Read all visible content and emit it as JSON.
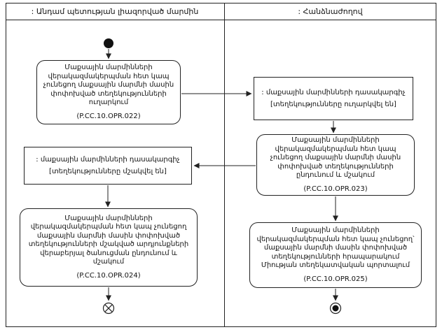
{
  "diagram": {
    "lanes": {
      "left": {
        "title": ": Անդամ պետության լիազորված մարմին"
      },
      "right": {
        "title": ": Հանձնաժողով"
      }
    },
    "activities": {
      "opr022": {
        "text": "Մաքսային մարմինների վերակազմակերպման հետ կապ չունեցող մաքսային մարմնի մասին փոփոխված տեղեկությունների ուղարկում",
        "code": "(P.CC.10.OPR.022)"
      },
      "opr023": {
        "text": "Մաքսային մարմինների վերակազմակերպման հետ կապ չունեցող մաքսային մարմնի մասին փոփոխված տեղեկությունների ընդունում և մշակում",
        "code": "(P.CC.10.OPR.023)"
      },
      "opr024": {
        "text": "Մաքսային մարմինների վերակազմակերպման հետ կապ չունեցող մաքսային մարմնի մասին փոփոխված տեղեկությունների մշակված արդյունքների վերաբերյալ ծանուցման ընդունում և մշակում",
        "code": "(P.CC.10.OPR.024)"
      },
      "opr025": {
        "text": "Մաքսային մարմինների վերակազմակերպման հետ կապ չունեցող՝ մաքսային մարմնի մասին փոփոխված տեղեկությունների հրապարակում Միության տեղեկատվական պորտալում",
        "code": "(P.CC.10.OPR.025)"
      }
    },
    "objects": {
      "classifier_sent": {
        "name": ": մաքսային մարմինների դասակարգիչ",
        "state": "[տեղեկությունները ուղարկվել են]"
      },
      "classifier_processed": {
        "name": ": մաքսային մարմինների դասակարգիչ",
        "state": "[տեղեկությունները մշակվել են]"
      }
    },
    "colors": {
      "line": "#222222",
      "background": "#ffffff"
    }
  }
}
